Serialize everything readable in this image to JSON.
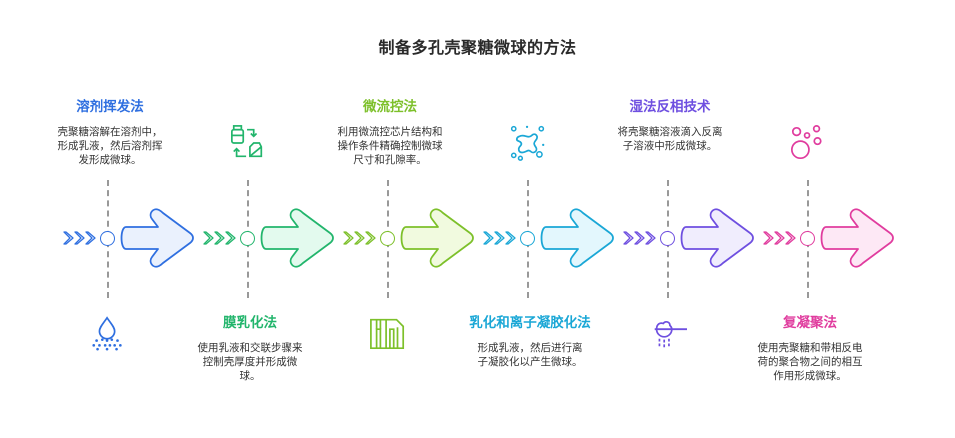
{
  "title": "制备多孔壳聚糖微球的方法",
  "stages": [
    {
      "id": "solvent-evaporation",
      "title": "溶剂挥发法",
      "description": "壳聚糖溶解在溶剂中，形成乳液，然后溶剂挥发形成微球。",
      "position": "top",
      "icon": "water-drop-spray-icon",
      "color": "#2F6FE0",
      "fill": "#EAF1FD"
    },
    {
      "id": "membrane-emulsification",
      "title": "膜乳化法",
      "description": "使用乳液和交联步骤来控制壳厚度并形成微球。",
      "position": "bottom",
      "icon": "container-transfer-cycle-icon",
      "color": "#22B56C",
      "fill": "#E3FAEE"
    },
    {
      "id": "microfluidics",
      "title": "微流控法",
      "description": "利用微流控芯片结构和操作条件精确控制微球尺寸和孔隙率。",
      "position": "top",
      "icon": "microfluidic-chip-icon",
      "color": "#7DC02A",
      "fill": "#F1FADF"
    },
    {
      "id": "emulsion-ionic-gelation",
      "title": "乳化和离子凝胶化法",
      "description": "形成乳液，然后进行离子凝胶化以产生微球。",
      "position": "bottom",
      "icon": "splash-droplets-icon",
      "color": "#1AA7D6",
      "fill": "#E3F7FD"
    },
    {
      "id": "wet-phase-inversion",
      "title": "湿法反相技术",
      "description": "将壳聚糖溶液滴入反离子溶液中形成微球。",
      "position": "top",
      "icon": "shower-pour-icon",
      "color": "#6E4FE0",
      "fill": "#F0EDFD"
    },
    {
      "id": "complex-coacervation",
      "title": "复凝聚法",
      "description": "使用壳聚糖和带相反电荷的聚合物之间的相互作用形成微球。",
      "position": "bottom",
      "icon": "bubbles-icon",
      "color": "#E03C9E",
      "fill": "#FDE8F5"
    }
  ]
}
